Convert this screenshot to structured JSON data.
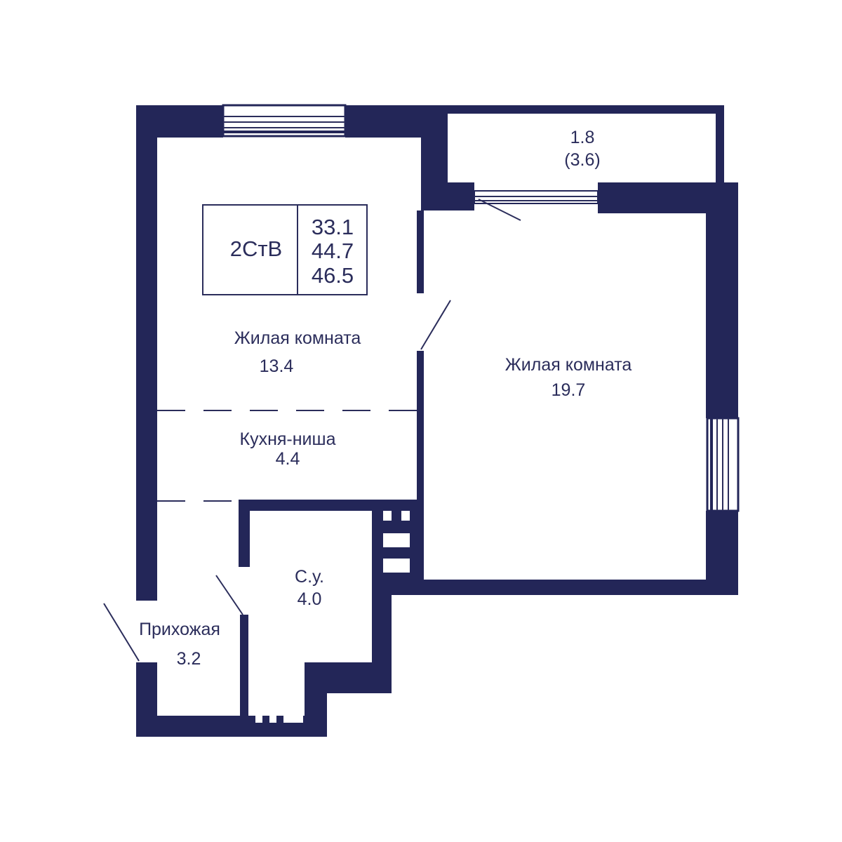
{
  "colors": {
    "wall": "#232658",
    "text": "#2b2d5b",
    "background": "#ffffff"
  },
  "plan": {
    "type": "2СтВ",
    "areas": {
      "living": "33.1",
      "total": "44.7",
      "total_with_balcony": "46.5"
    }
  },
  "rooms": {
    "balcony": {
      "area": "1.8",
      "area_full": "(3.6)"
    },
    "living_left": {
      "name": "Жилая комната",
      "area": "13.4"
    },
    "kitchen": {
      "name": "Кухня-ниша",
      "area": "4.4"
    },
    "living_right": {
      "name": "Жилая комната",
      "area": "19.7"
    },
    "bathroom": {
      "name": "С.у.",
      "area": "4.0"
    },
    "hallway": {
      "name": "Прихожая",
      "area": "3.2"
    }
  }
}
